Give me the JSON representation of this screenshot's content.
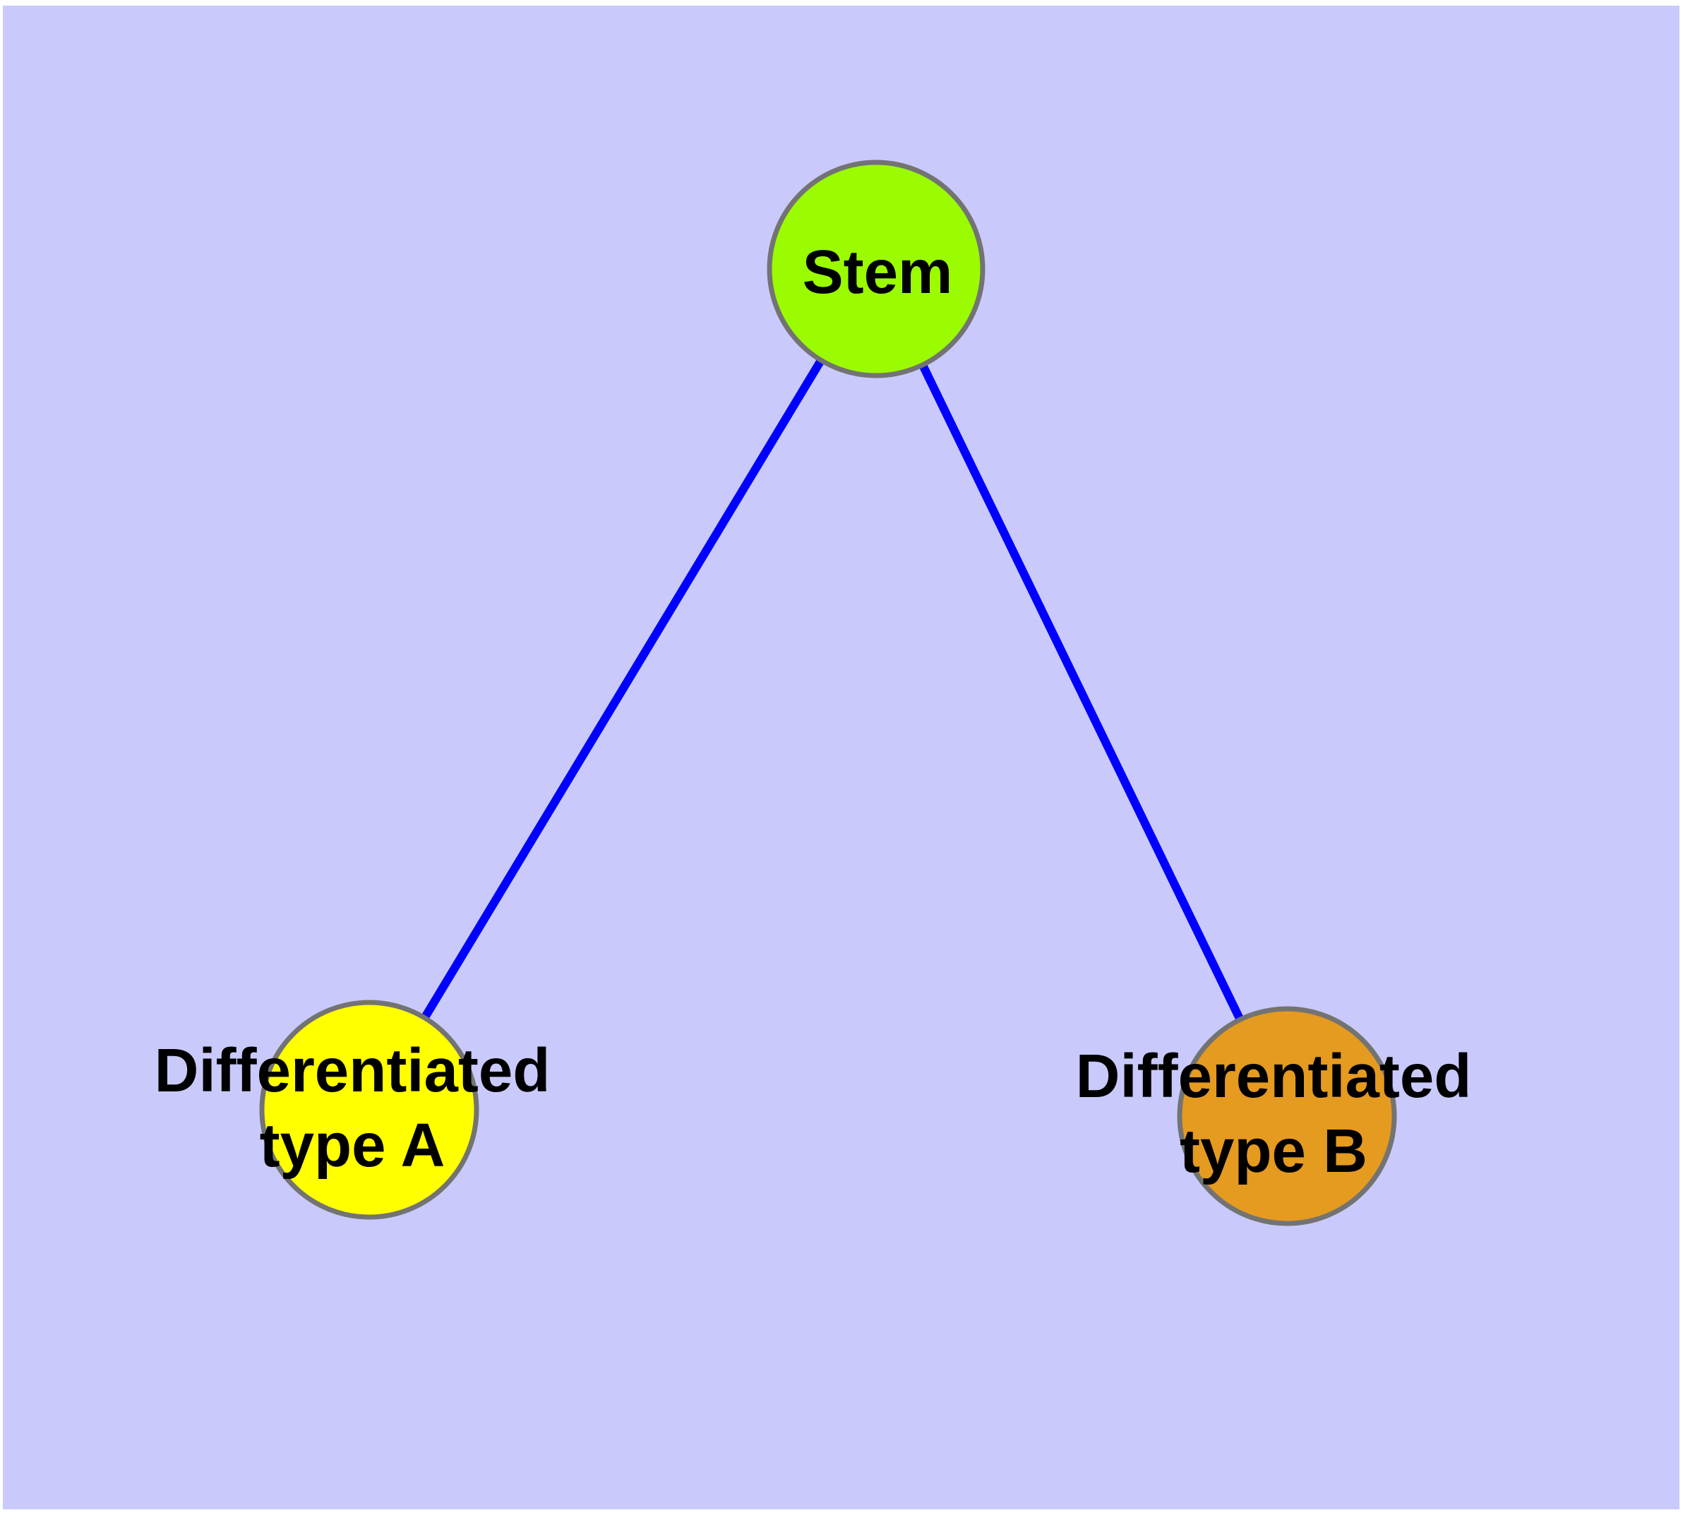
{
  "diagram": {
    "type": "graph",
    "description": "Cell differentiation hierarchy: a stem node linked to two differentiated cell type nodes",
    "colors": {
      "frame": "#ffffff",
      "background": "#c9cafb",
      "edge": "#0000ff",
      "node_border": "#737373",
      "label": "#000000"
    },
    "nodes": [
      {
        "id": "stem",
        "label": "Stem",
        "label_lines": [
          "Stem"
        ],
        "fill": "#9bfb00"
      },
      {
        "id": "type-a",
        "label": "Differentiated type A",
        "label_lines": [
          "Differentiated",
          "type A"
        ],
        "fill": "#ffff00"
      },
      {
        "id": "type-b",
        "label": "Differentiated type B",
        "label_lines": [
          "Differentiated",
          "type B"
        ],
        "fill": "#e59a20"
      }
    ],
    "edges": [
      {
        "from": "Stem",
        "to": "Differentiated type A"
      },
      {
        "from": "Stem",
        "to": "Differentiated type B"
      }
    ]
  }
}
